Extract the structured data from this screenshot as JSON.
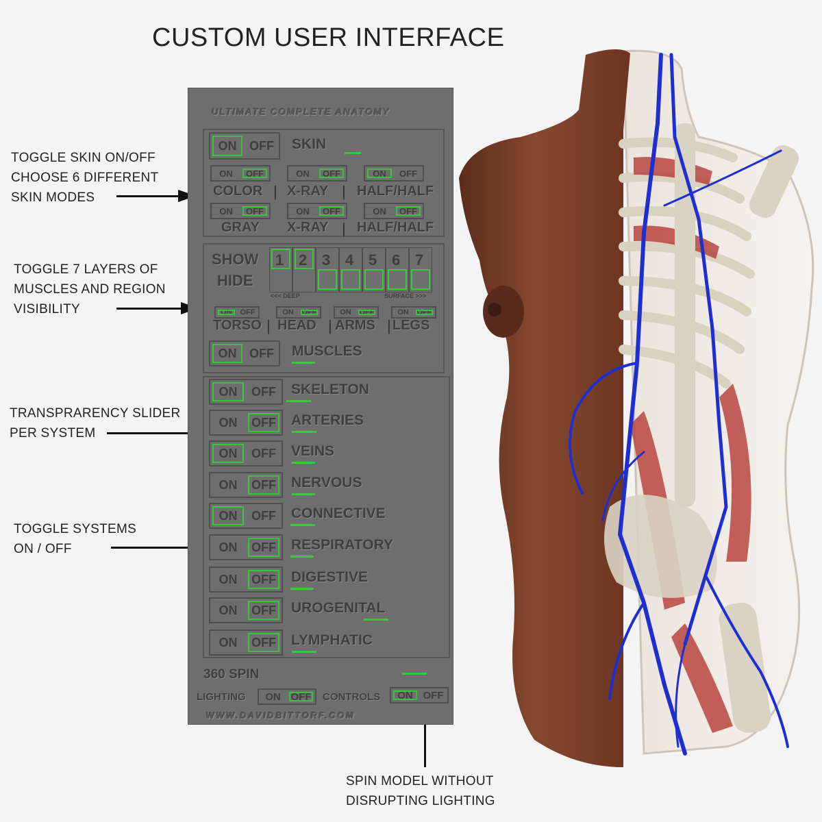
{
  "title": "CUSTOM USER INTERFACE",
  "annotations": {
    "skin": "TOGGLE SKIN ON/OFF\nCHOOSE 6 DIFFERENT\nSKIN MODES",
    "layers": "TOGGLE 7 LAYERS OF\nMUSCLES AND REGION\nVISIBILITY",
    "slider": "TRANSPRARENCY SLIDER\nPER SYSTEM",
    "systems": "TOGGLE  SYSTEMS\nON / OFF",
    "spin": "SPIN MODEL WITHOUT\nDISRUPTING LIGHTING"
  },
  "panel": {
    "title": "ULTIMATE COMPLETE ANATOMY",
    "on": "ON",
    "off": "OFF",
    "skin": {
      "label": "SKIN",
      "state": "on",
      "modes": [
        {
          "label": "COLOR",
          "state": "off"
        },
        {
          "label": "X-RAY",
          "state": "off"
        },
        {
          "label": "HALF/HALF",
          "state": "on"
        },
        {
          "label": "GRAY",
          "state": "off"
        },
        {
          "label": "X-RAY",
          "state": "off"
        },
        {
          "label": "HALF/HALF",
          "state": "off"
        }
      ]
    },
    "layers": {
      "show": "SHOW",
      "hide": "HIDE",
      "numbers": [
        "1",
        "2",
        "3",
        "4",
        "5",
        "6",
        "7"
      ],
      "shown": [
        true,
        true,
        false,
        false,
        false,
        false,
        false
      ],
      "deep": "<<< DEEP",
      "surface": "SURFACE >>>",
      "regions": [
        {
          "label": "TORSO",
          "state": "on"
        },
        {
          "label": "HEAD",
          "state": "off"
        },
        {
          "label": "ARMS",
          "state": "off"
        },
        {
          "label": "LEGS",
          "state": "off"
        }
      ],
      "muscles": {
        "label": "MUSCLES",
        "state": "on"
      }
    },
    "systems": [
      {
        "label": "SKELETON",
        "state": "on"
      },
      {
        "label": "ARTERIES",
        "state": "off"
      },
      {
        "label": "VEINS",
        "state": "on"
      },
      {
        "label": "NERVOUS",
        "state": "off"
      },
      {
        "label": "CONNECTIVE",
        "state": "on"
      },
      {
        "label": "RESPIRATORY",
        "state": "off"
      },
      {
        "label": "DIGESTIVE",
        "state": "off"
      },
      {
        "label": "UROGENITAL",
        "state": "off"
      },
      {
        "label": "LYMPHATIC",
        "state": "off"
      }
    ],
    "spin_label": "360 SPIN",
    "lighting": {
      "label": "LIGHTING",
      "state": "off"
    },
    "controls": {
      "label": "CONTROLS",
      "state": "on"
    },
    "website": "WWW.DAVIDBITTORF.COM"
  },
  "colors": {
    "panel_bg": "#6e6e6e",
    "highlight": "#3cc83c",
    "vein_blue": "#1e2fd0",
    "muscle_red": "#b8453f",
    "skin_brown": "#7a3f2a"
  }
}
